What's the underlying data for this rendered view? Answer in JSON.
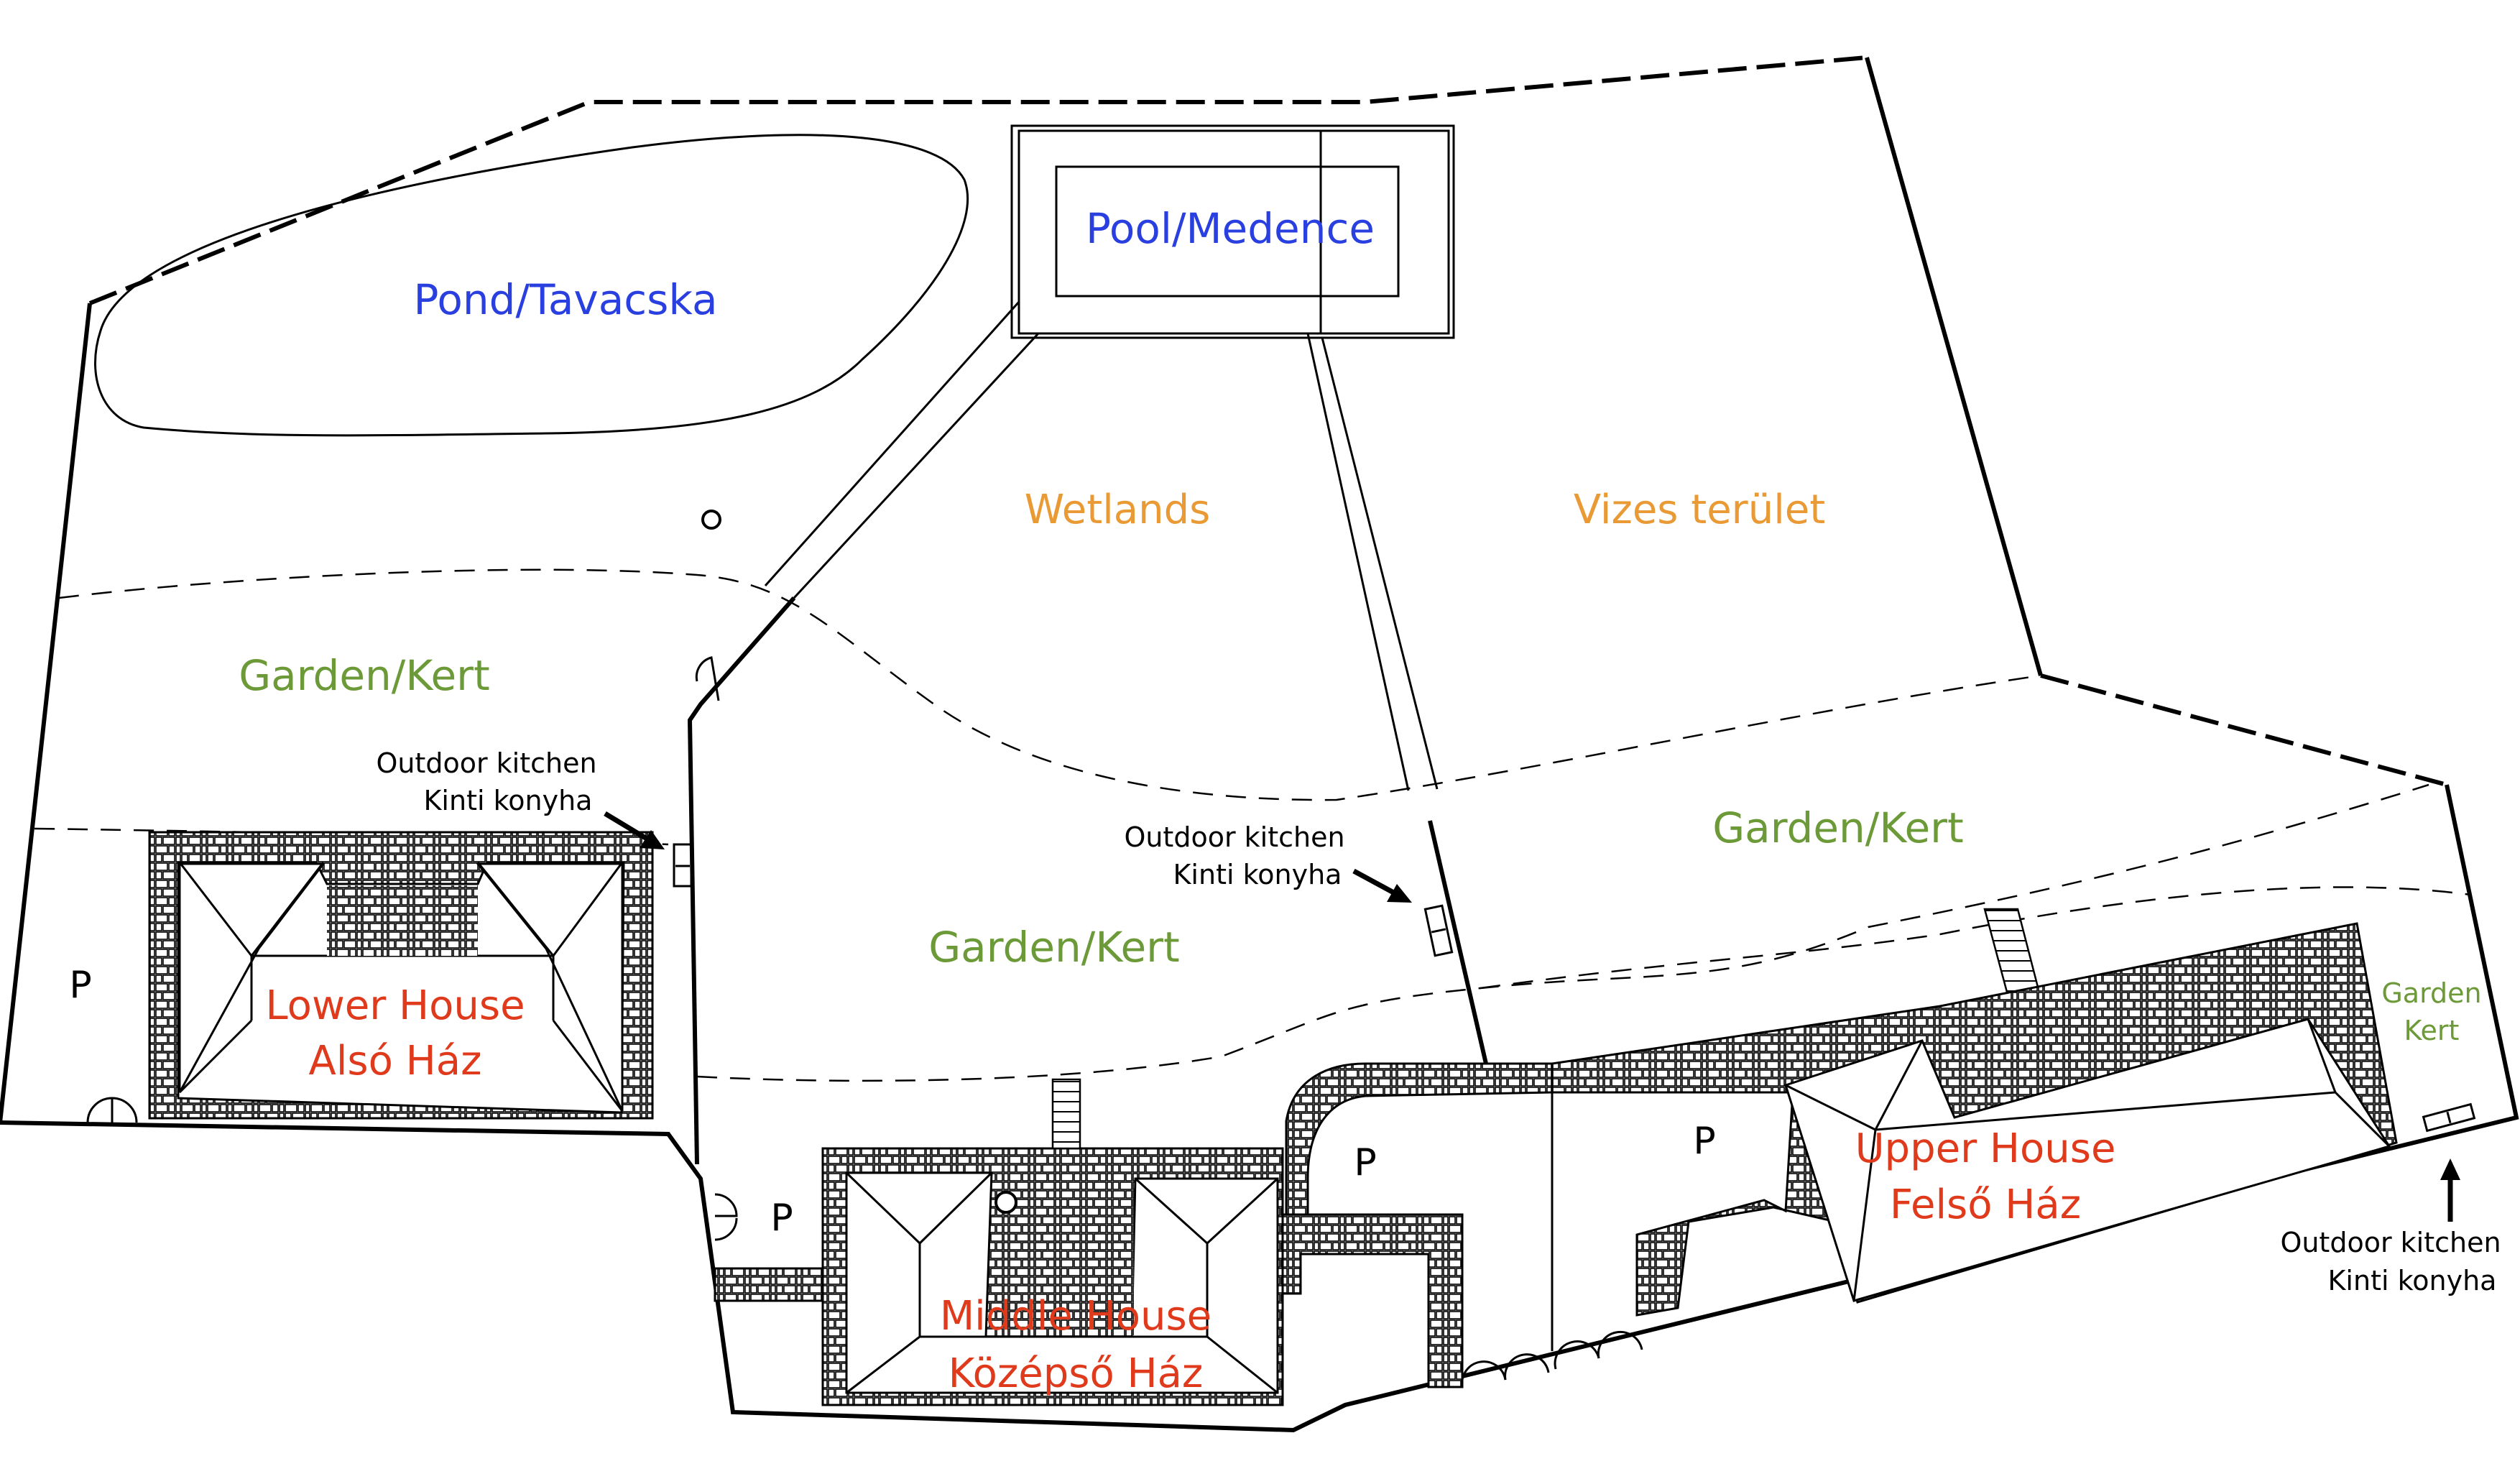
{
  "labels": {
    "pond": "Pond/Tavacska",
    "pool": "Pool/Medence",
    "wetlands_en": "Wetlands",
    "wetlands_hu": "Vizes terület",
    "garden_left": "Garden/Kert",
    "garden_middle": "Garden/Kert",
    "garden_right": "Garden/Kert",
    "garden_small_1": "Garden",
    "garden_small_2": "Kert",
    "lower_house_1": "Lower House",
    "lower_house_2": "Alsó Ház",
    "middle_house_1": "Middle House",
    "middle_house_2": "Középső Ház",
    "upper_house_1": "Upper House",
    "upper_house_2": "Felső Ház",
    "kitchen_1_line1": "Outdoor kitchen",
    "kitchen_1_line2": "Kinti konyha",
    "kitchen_2_line1": "Outdoor kitchen",
    "kitchen_2_line2": "Kinti konyha",
    "kitchen_3_line1": "Outdoor kitchen",
    "kitchen_3_line2": "Kinti konyha",
    "parking_1": "P",
    "parking_2": "P",
    "parking_3": "P",
    "parking_4": "P"
  },
  "colors": {
    "water_label": "#2a3fe0",
    "wetland_label": "#e99a35",
    "garden_label": "#6d9a38",
    "house_label": "#e03a1c",
    "annotation": "#000000"
  }
}
